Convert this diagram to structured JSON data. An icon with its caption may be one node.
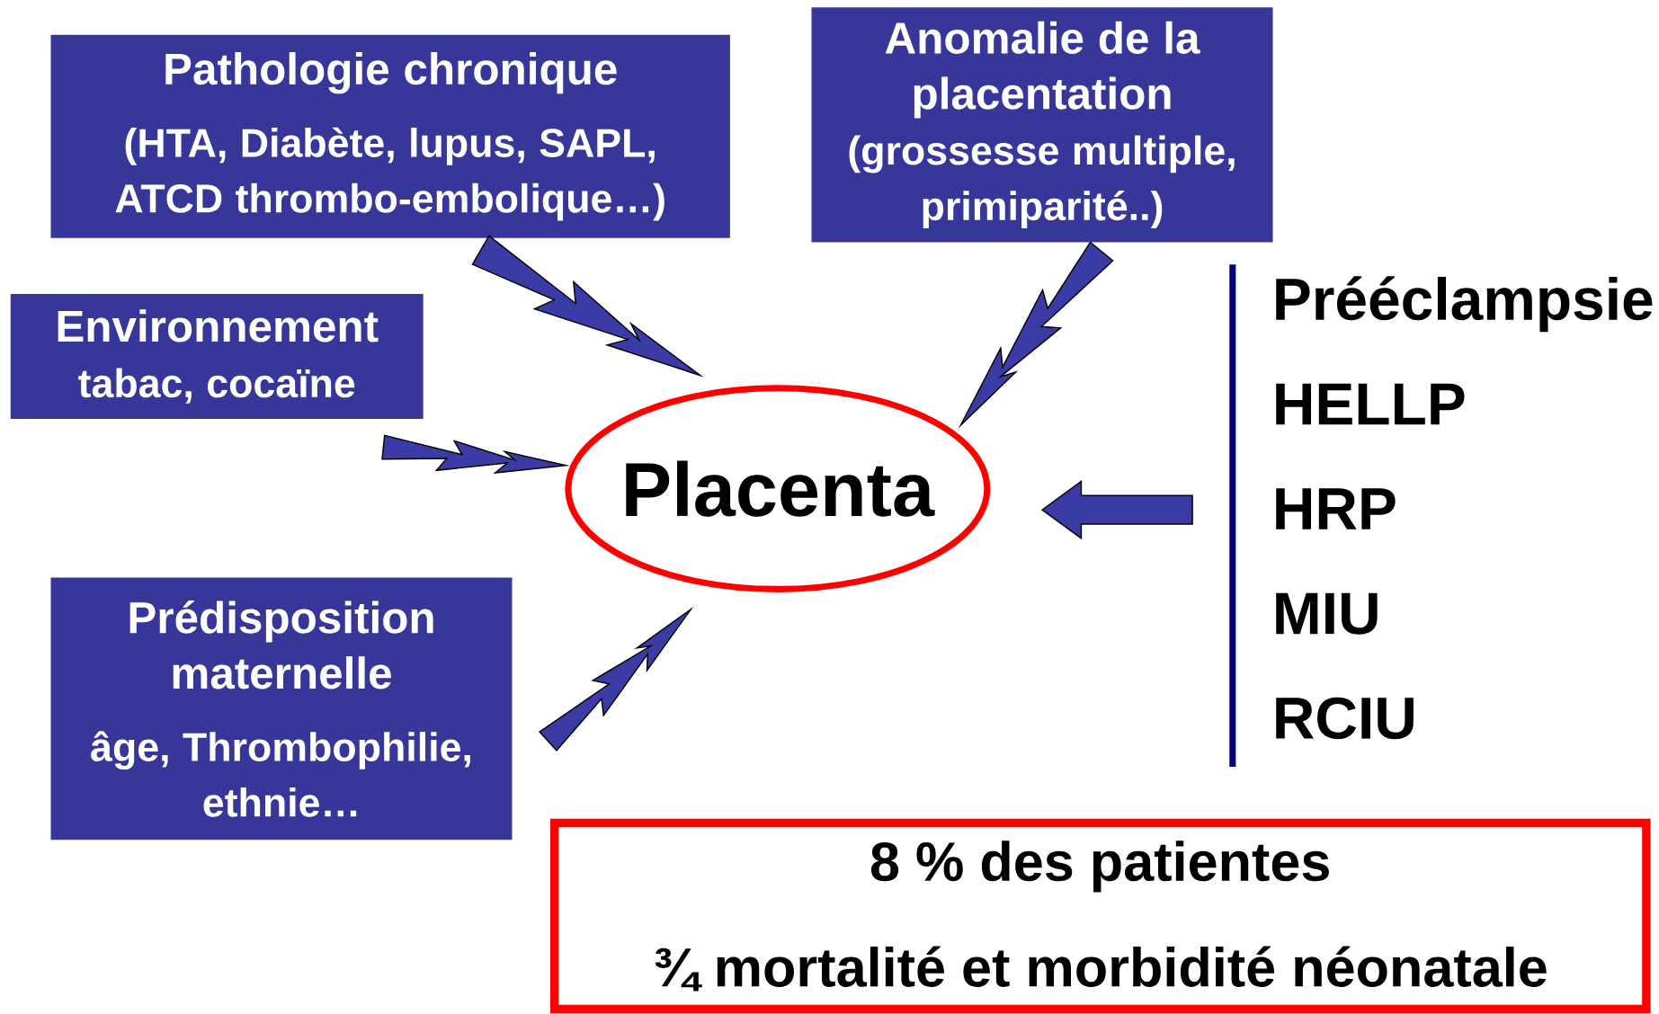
{
  "diagram": {
    "nodes": [
      {
        "text": [
          "Pathologie chronique",
          "(HTA, Diabète, lupus, SAPL, ATCD thrombo-embolique…)"
        ]
      },
      {
        "text": [
          "Anomalie de la placentation",
          "(grossesse multiple, primiparité..)"
        ]
      },
      {
        "text": [
          "Environnement",
          "tabac, cocaïne"
        ]
      },
      {
        "text": [
          "Placenta"
        ]
      },
      {
        "text": [
          "Prédisposition maternelle",
          "âge, Thrombophilie, ethnie…"
        ]
      },
      {
        "text": [
          "Prééclampsie",
          "HELLP",
          "HRP",
          "MIU",
          "RCIU"
        ]
      },
      {
        "text": [
          "8 % des patientes",
          "¾ mortalité et morbidité néonatale"
        ]
      }
    ],
    "edges": [
      {
        "from": 0,
        "to": 3,
        "arrow": "to"
      },
      {
        "from": 1,
        "to": 3,
        "arrow": "to"
      },
      {
        "from": 2,
        "to": 3,
        "arrow": "to"
      },
      {
        "from": 4,
        "to": 3,
        "arrow": "to"
      },
      {
        "from": 5,
        "to": 3,
        "arrow": "to"
      }
    ]
  }
}
